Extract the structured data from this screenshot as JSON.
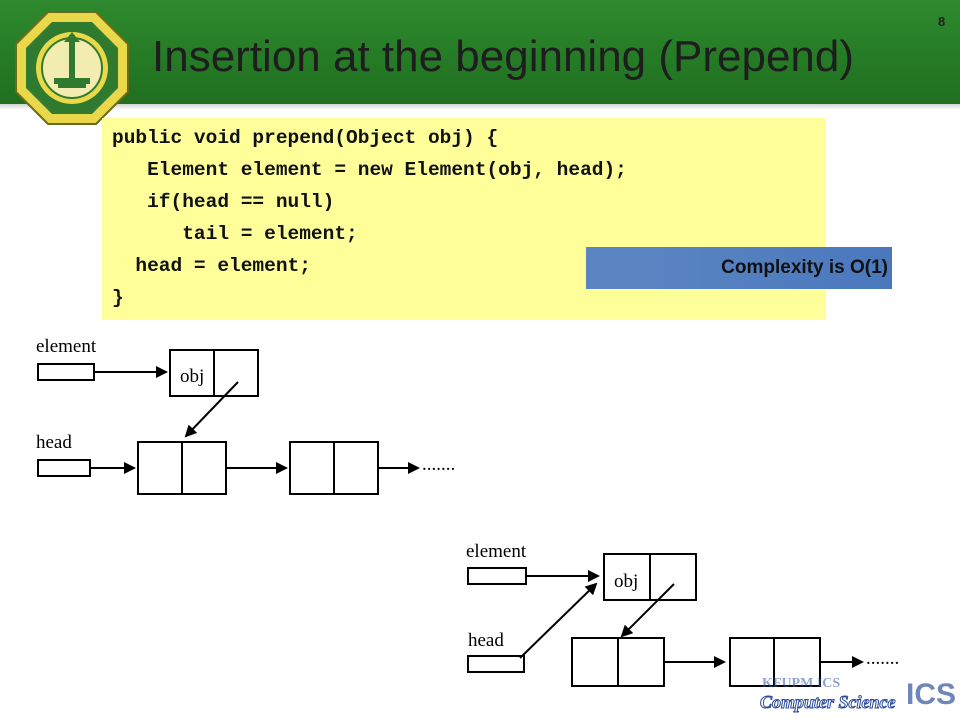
{
  "slide": {
    "title": "Insertion at the beginning (Prepend)",
    "page_number": "8"
  },
  "code": {
    "lines": [
      "public void prepend(Object obj) {",
      "   Element element = new Element(obj, head);",
      "   if(head == null)",
      "      tail = element;",
      "  head = element;",
      "}"
    ]
  },
  "complexity": {
    "text": "Complexity is  O(1)"
  },
  "diagram_before": {
    "element_label": "element",
    "head_label": "head",
    "obj_label": "obj",
    "ellipsis": "......."
  },
  "diagram_after": {
    "element_label": "element",
    "head_label": "head",
    "obj_label": "obj",
    "ellipsis": "......."
  },
  "footer": {
    "line1": "KFUPM ICS",
    "line2": "Computer Science",
    "mark": "ICS"
  },
  "colors": {
    "header_green": "#2e8a2e",
    "code_background": "#ffff99",
    "complexity_background": "#4a78bd",
    "logo_yellow": "#e8d84a"
  },
  "icons": {
    "university_logo": "kfupm-seal-icon"
  }
}
